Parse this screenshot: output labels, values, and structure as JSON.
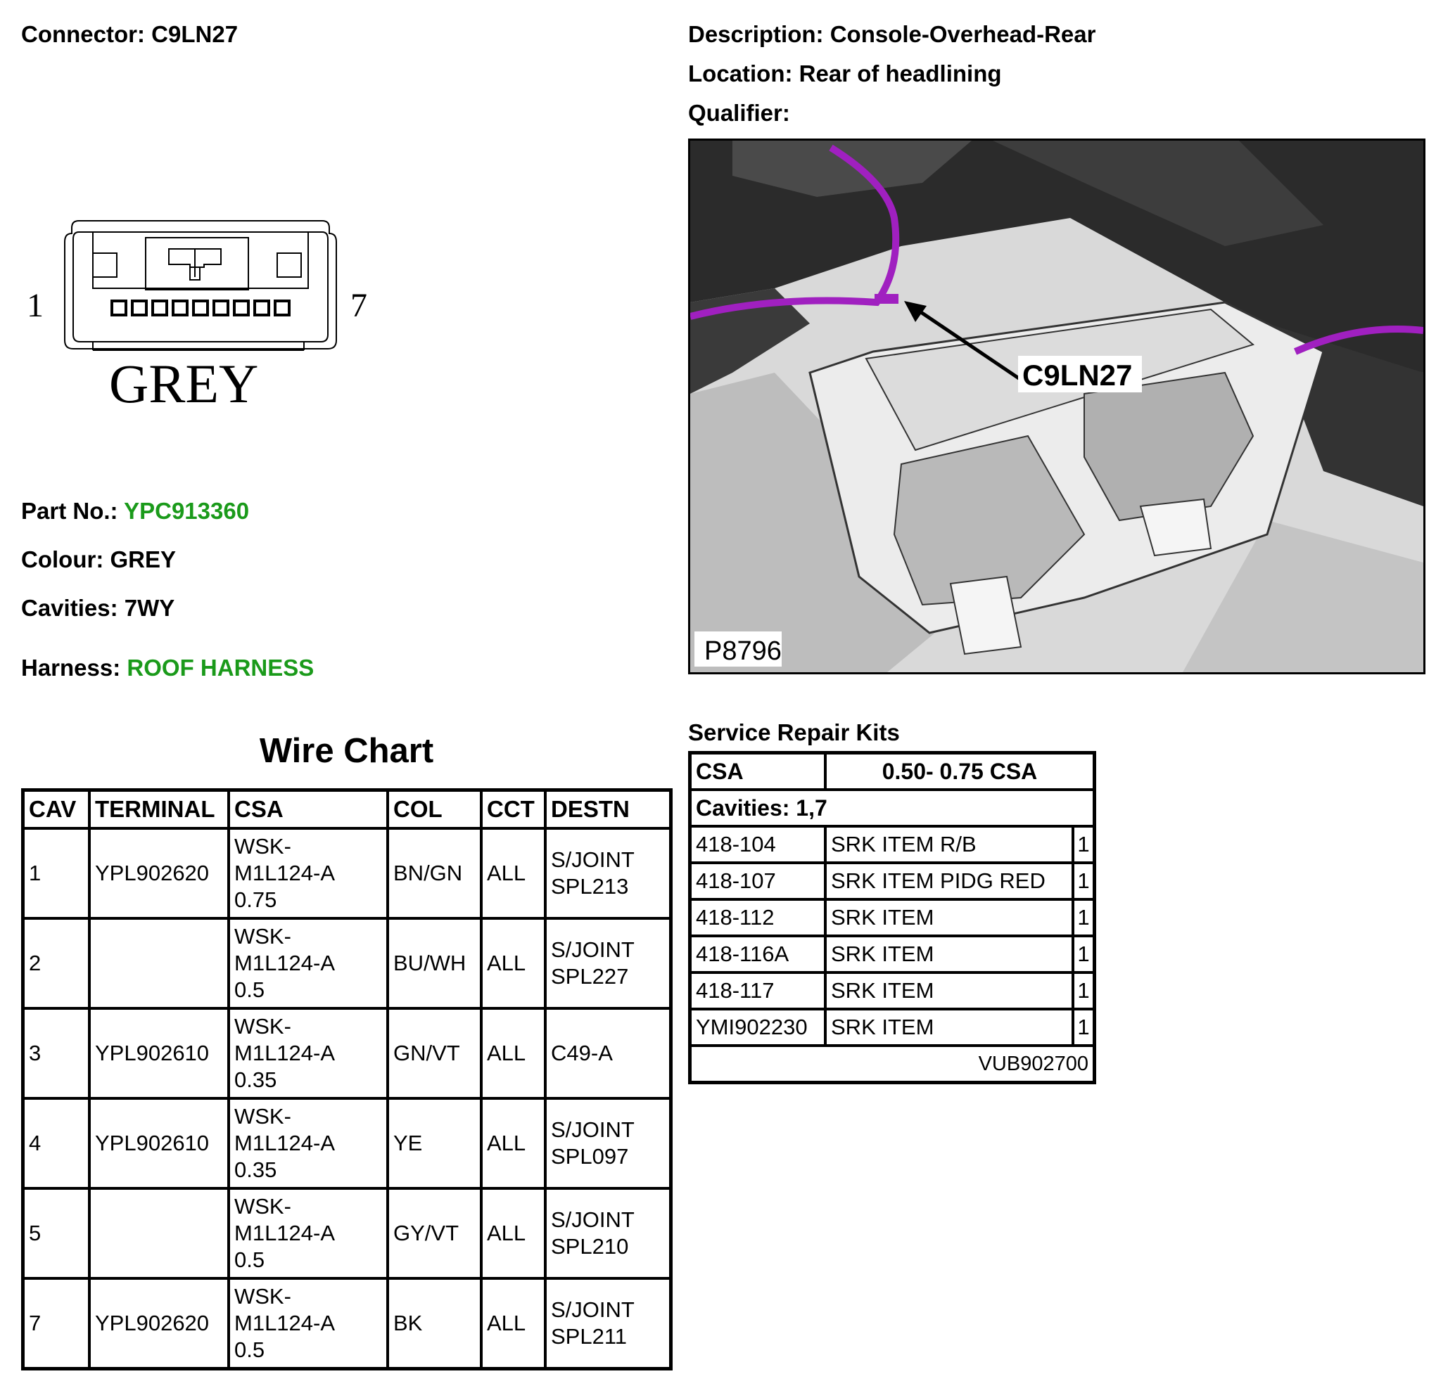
{
  "header": {
    "connector_label": "Connector:",
    "connector_value": "C9LN27",
    "description_label": "Description:",
    "description_value": "Console-Overhead-Rear",
    "location_label": "Location:",
    "location_value": "Rear of headlining",
    "qualifier_label": "Qualifier:",
    "qualifier_value": ""
  },
  "connector_diagram": {
    "pin_first": "1",
    "pin_last": "7",
    "colour_text": "GREY"
  },
  "details": {
    "part_label": "Part No.:",
    "part_value": "YPC913360",
    "colour_label": "Colour:",
    "colour_value": "GREY",
    "cavities_label": "Cavities:",
    "cavities_value": "7WY",
    "harness_label": "Harness:",
    "harness_value": "ROOF HARNESS",
    "link_color": "#1a9a1a"
  },
  "photo": {
    "callout": "C9LN27",
    "ref": "P8796",
    "wire_color": "#a020c0"
  },
  "wire_chart": {
    "title": "Wire Chart",
    "headers": [
      "CAV",
      "TERMINAL",
      "CSA",
      "COL",
      "CCT",
      "DESTN"
    ],
    "rows": [
      {
        "cav": "1",
        "terminal": "YPL902620",
        "csa_1": "WSK-",
        "csa_2": "M1L124-A",
        "csa_3": "0.75",
        "col": "BN/GN",
        "cct": "ALL",
        "destn_1": "S/JOINT",
        "destn_2": "SPL213"
      },
      {
        "cav": "2",
        "terminal": "",
        "csa_1": "WSK-",
        "csa_2": "M1L124-A",
        "csa_3": "0.5",
        "col": "BU/WH",
        "cct": "ALL",
        "destn_1": "S/JOINT",
        "destn_2": "SPL227"
      },
      {
        "cav": "3",
        "terminal": "YPL902610",
        "csa_1": "WSK-",
        "csa_2": "M1L124-A",
        "csa_3": "0.35",
        "col": "GN/VT",
        "cct": "ALL",
        "destn_1": "C49-A",
        "destn_2": ""
      },
      {
        "cav": "4",
        "terminal": "YPL902610",
        "csa_1": "WSK-",
        "csa_2": "M1L124-A",
        "csa_3": "0.35",
        "col": "YE",
        "cct": "ALL",
        "destn_1": "S/JOINT",
        "destn_2": "SPL097"
      },
      {
        "cav": "5",
        "terminal": "",
        "csa_1": "WSK-",
        "csa_2": "M1L124-A",
        "csa_3": "0.5",
        "col": "GY/VT",
        "cct": "ALL",
        "destn_1": "S/JOINT",
        "destn_2": "SPL210"
      },
      {
        "cav": "7",
        "terminal": "YPL902620",
        "csa_1": "WSK-",
        "csa_2": "M1L124-A",
        "csa_3": "0.5",
        "col": "BK",
        "cct": "ALL",
        "destn_1": "S/JOINT",
        "destn_2": "SPL211"
      }
    ]
  },
  "service_repair_kits": {
    "title": "Service Repair Kits",
    "csa_label": "CSA",
    "csa_value": "0.50- 0.75 CSA",
    "cavities": "Cavities: 1,7",
    "items": [
      {
        "code": "418-104",
        "desc": "SRK ITEM R/B",
        "qty": "1"
      },
      {
        "code": "418-107",
        "desc": "SRK ITEM PIDG RED",
        "qty": "1"
      },
      {
        "code": "418-112",
        "desc": "SRK ITEM",
        "qty": "1"
      },
      {
        "code": "418-116A",
        "desc": "SRK ITEM",
        "qty": "1"
      },
      {
        "code": "418-117",
        "desc": "SRK ITEM",
        "qty": "1"
      },
      {
        "code": "YMI902230",
        "desc": "SRK ITEM",
        "qty": "1"
      }
    ],
    "footer": "VUB902700"
  }
}
